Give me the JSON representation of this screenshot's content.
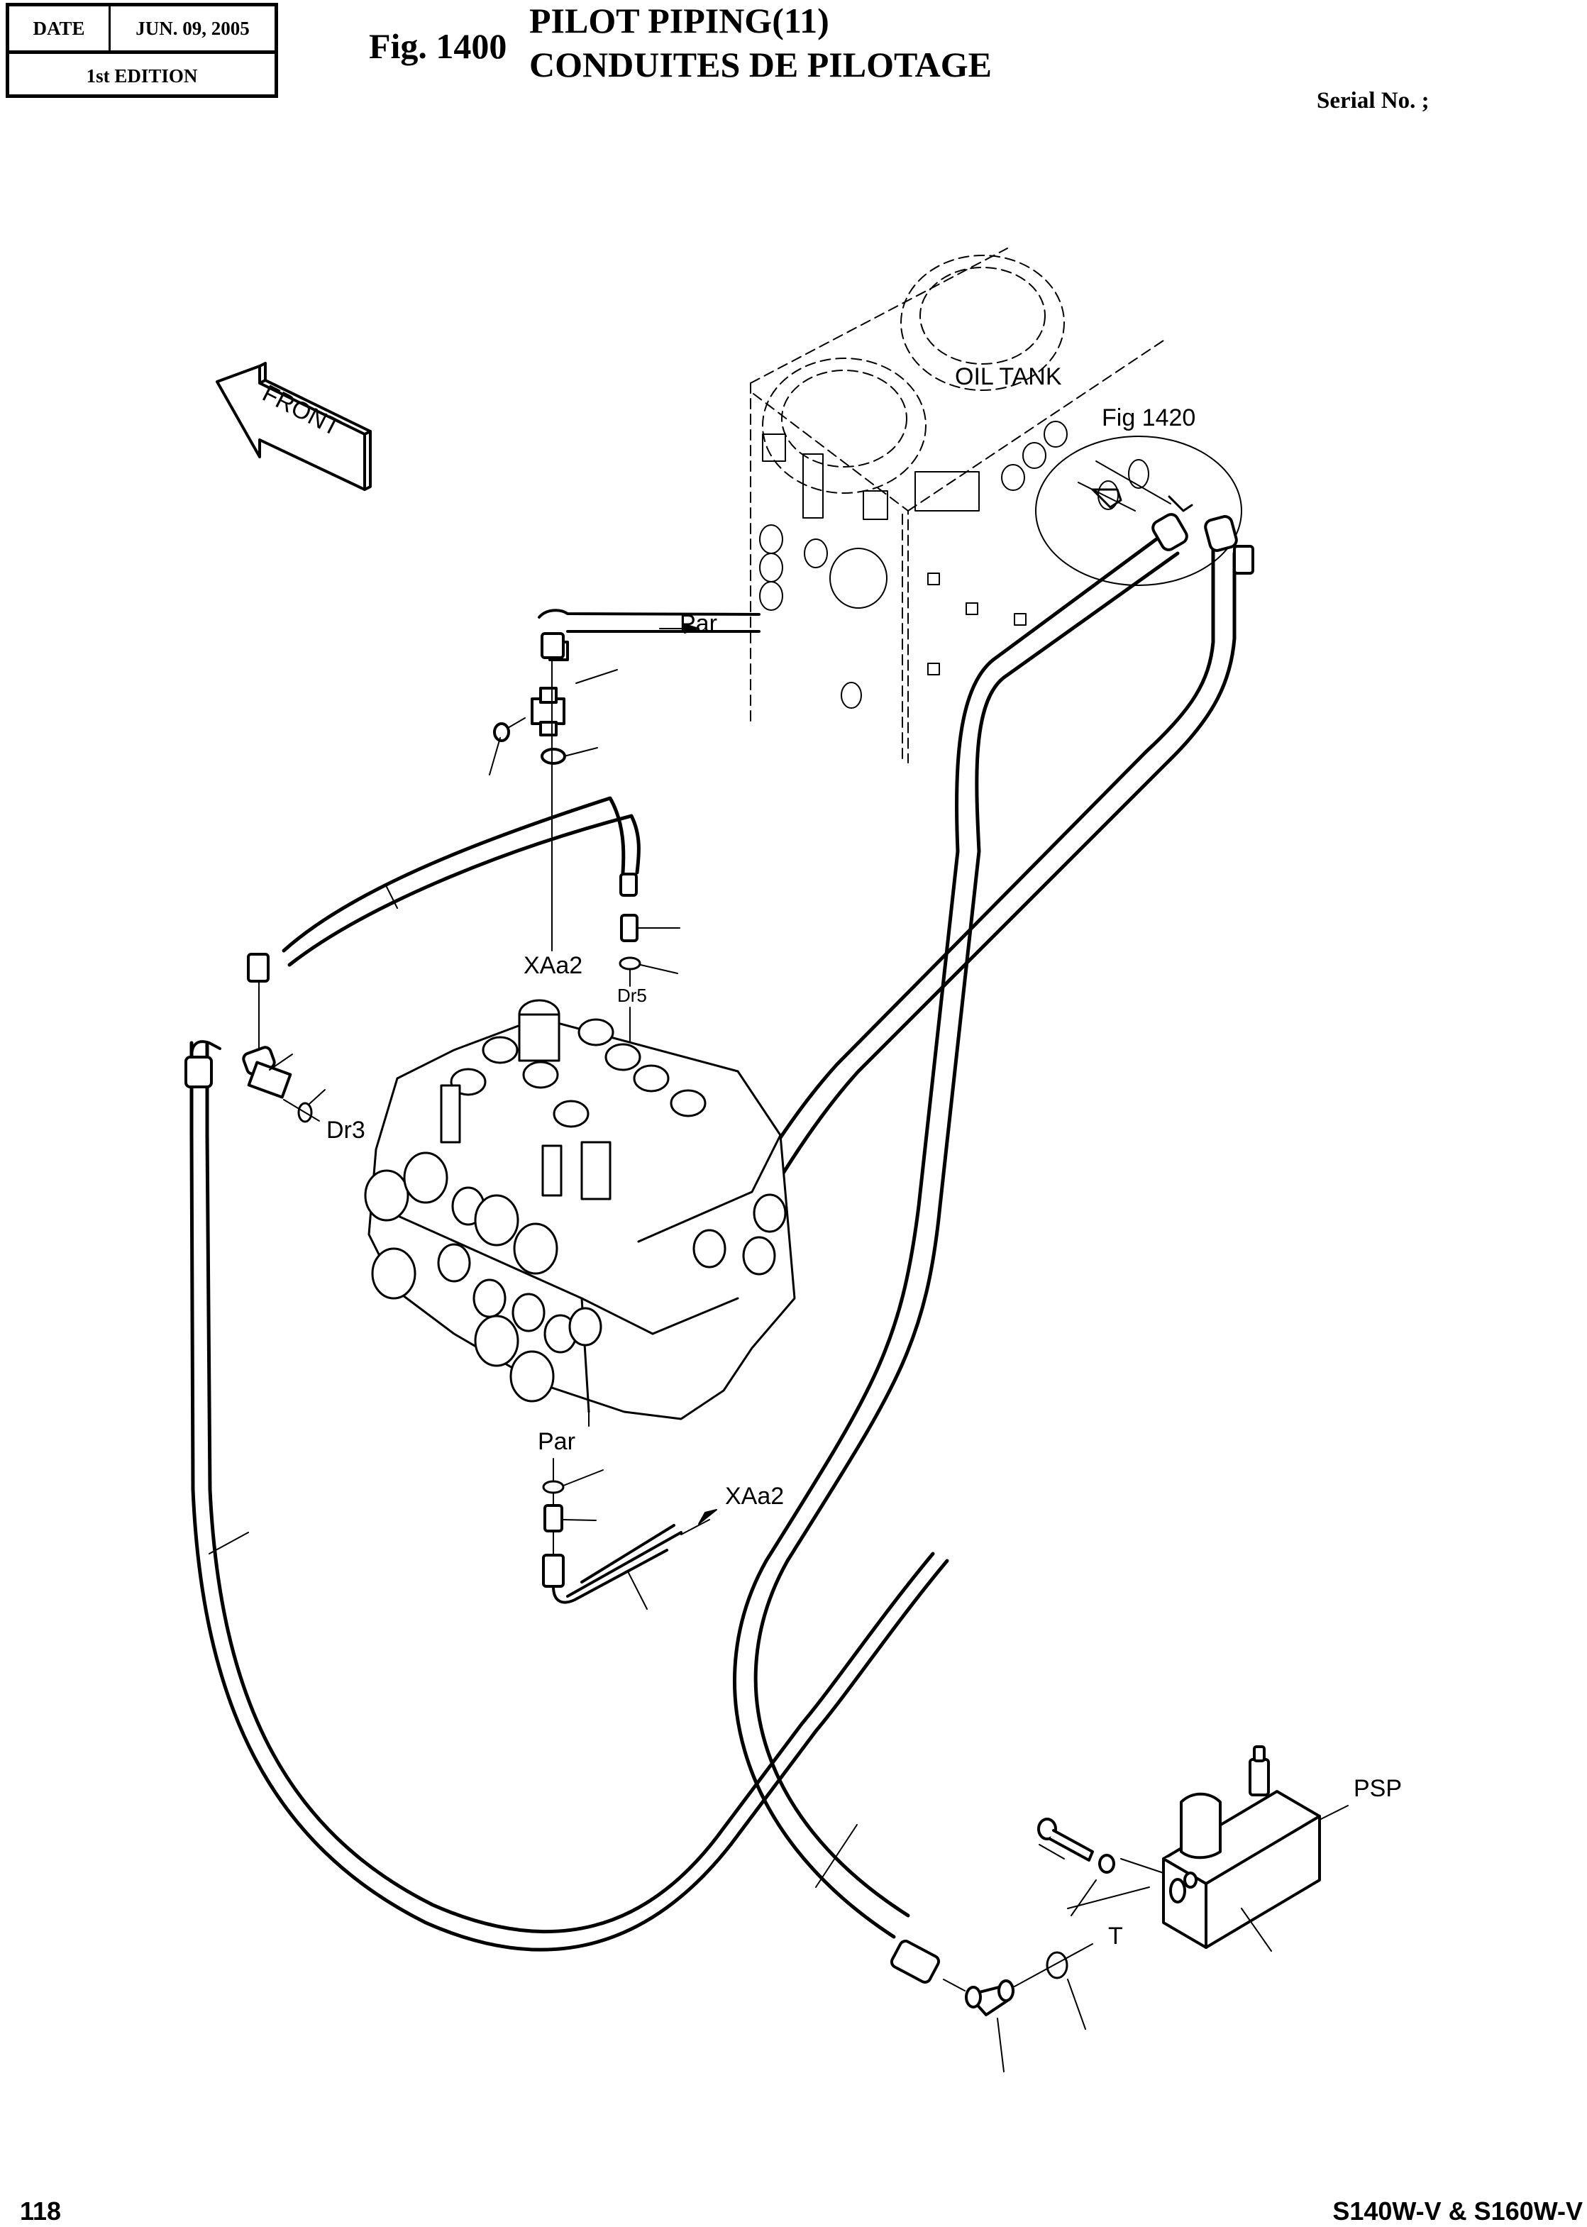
{
  "header": {
    "date_label": "DATE",
    "date_value": "JUN. 09, 2005",
    "edition": "1st EDITION",
    "fig_number": "Fig. 1400",
    "title_en": "PILOT PIPING(11)",
    "title_fr": "CONDUITES DE PILOTAGE",
    "serial": "Serial No. ;"
  },
  "diagram": {
    "front_arrow_label": "FRONT",
    "oil_tank_label": "OIL TANK",
    "ref_figure_label": "Fig 1420",
    "port_labels": {
      "par_top": "Par",
      "xaa2_top": "XAa2",
      "dr5": "Dr5",
      "dr3": "Dr3",
      "par_bottom": "Par",
      "xaa2_bottom": "XAa2",
      "psp": "PSP",
      "t": "T"
    }
  },
  "footer": {
    "page_number": "118",
    "model": "S140W-V & S160W-V"
  }
}
